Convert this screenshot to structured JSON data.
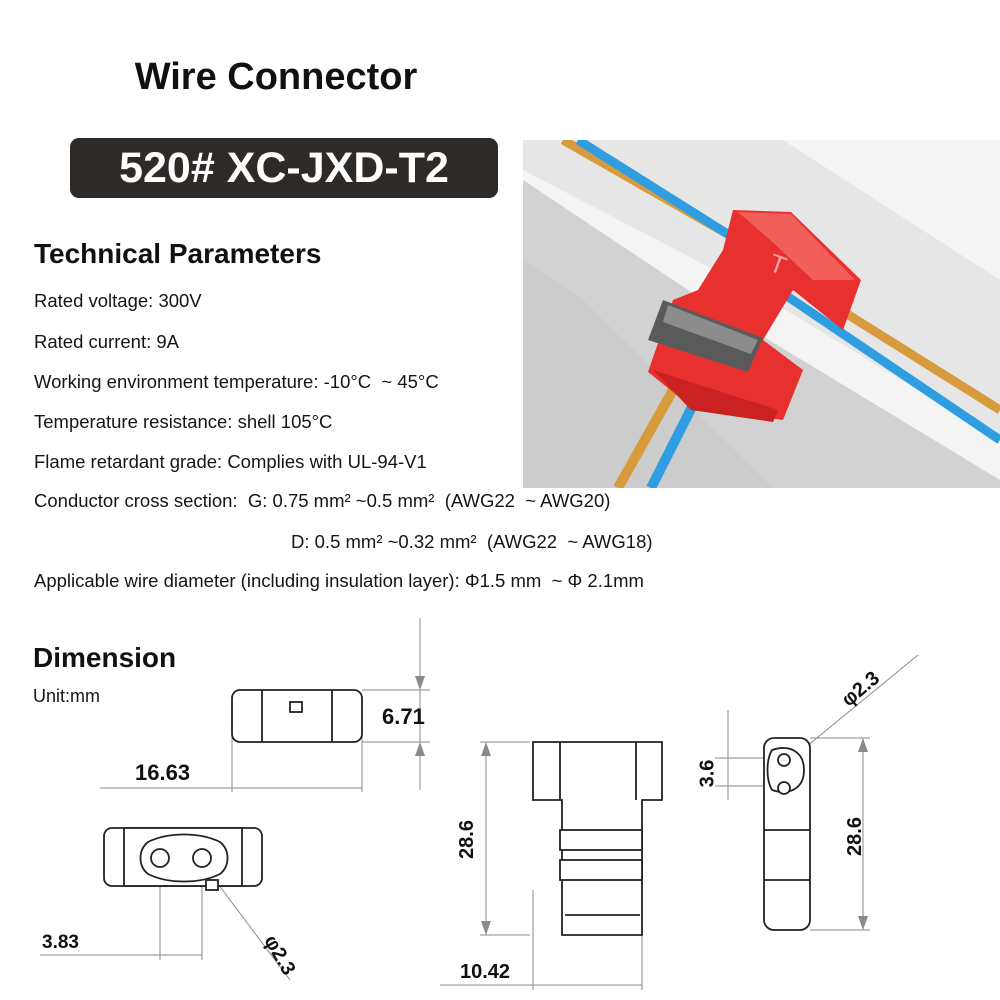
{
  "title": "Wire Connector",
  "model": "520# XC-JXD-T2",
  "technical": {
    "heading": "Technical Parameters",
    "lines": [
      "Rated voltage: 300V",
      "Rated current: 9A",
      "Working environment temperature: -10°C  ~ 45°C",
      "Temperature resistance: shell 105°C",
      "Flame retardant grade: Complies with UL-94-V1",
      "Conductor cross section:  G: 0.75 mm² ~0.5 mm²  (AWG22  ~ AWG20)",
      "D: 0.5 mm² ~0.32 mm²  (AWG22  ~ AWG18)",
      "Applicable wire diameter (including insulation layer): Φ1.5 mm  ~ Φ 2.1mm"
    ]
  },
  "dimension": {
    "heading": "Dimension",
    "unit": "Unit:mm",
    "labels": {
      "height": "6.71",
      "length": "16.63",
      "pitch": "3.83",
      "hole_front": "φ2.3",
      "hole_side": "φ2.3",
      "front_height": "28.6",
      "front_width": "10.42",
      "hole_spacing": "3.6",
      "side_height": "28.6"
    }
  },
  "colors": {
    "badge_bg": "#2e2a28",
    "connector_red": "#e8302f",
    "wire_blue": "#2f9ee0",
    "wire_orange": "#d79a3c",
    "dim_line": "#8a8a8a"
  }
}
